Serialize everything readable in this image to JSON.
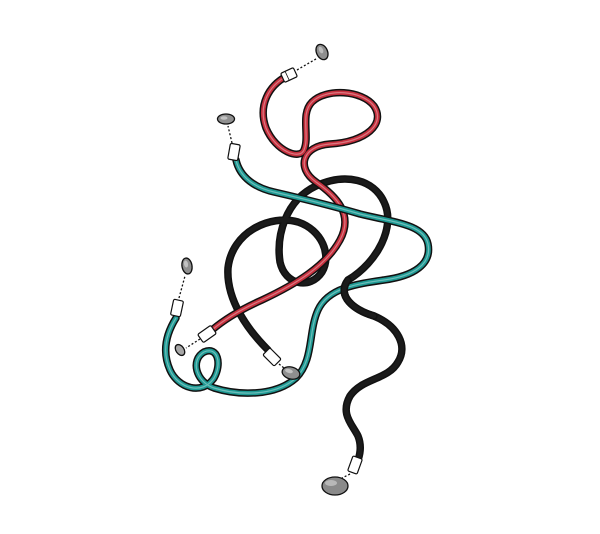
{
  "illustration": {
    "subject": "tangled-electrode-lead-wires",
    "wires": [
      {
        "name": "teal-wire",
        "color": "#1f9a94"
      },
      {
        "name": "red-wire",
        "color": "#c6303e"
      },
      {
        "name": "black-wire",
        "color": "#1b1b1b"
      }
    ],
    "colors": {
      "background": "#ffffff",
      "outline": "#111111",
      "electrode_pad": "#8f8f8f",
      "connector": "#ffffff"
    }
  }
}
